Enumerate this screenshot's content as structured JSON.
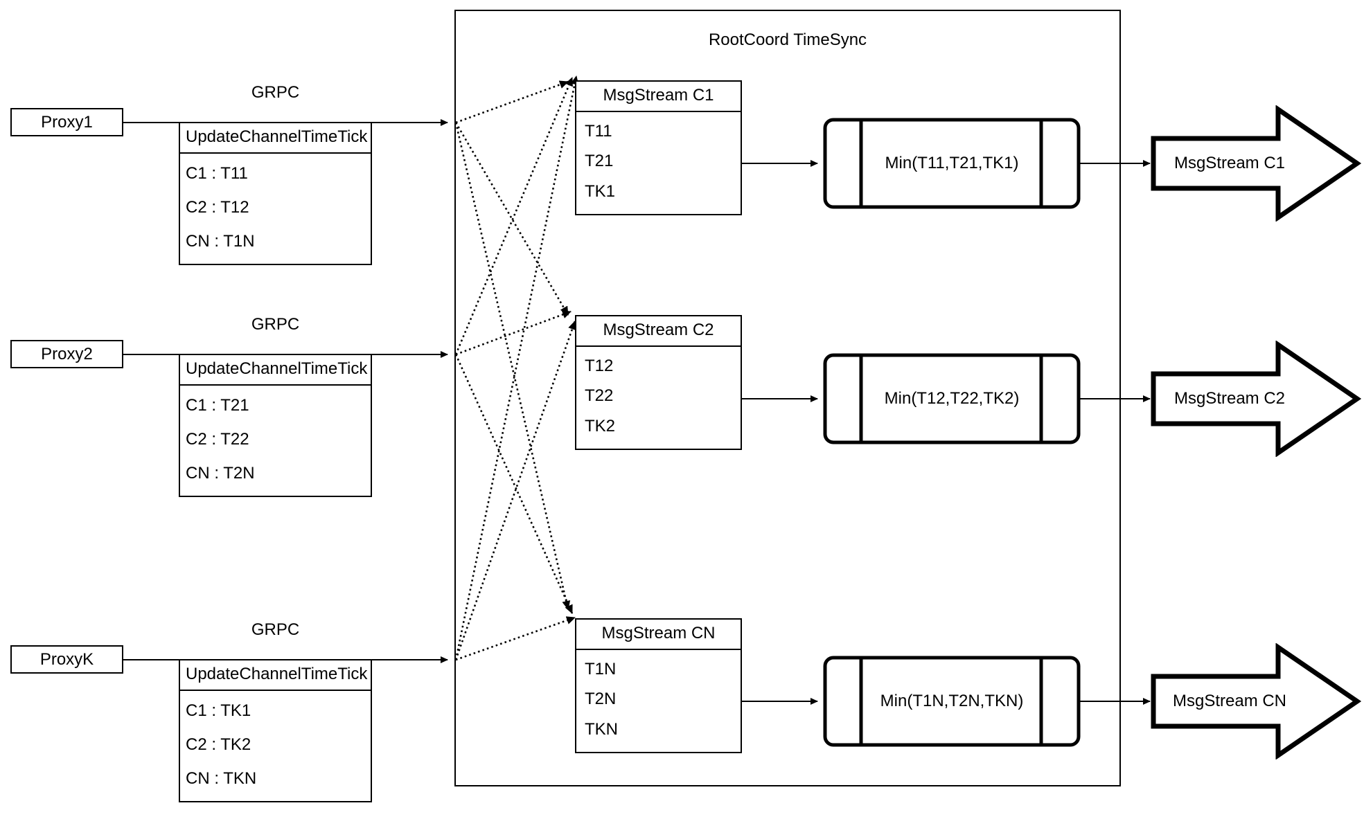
{
  "diagram": {
    "title": "RootCoord TimeSync",
    "rpc_label": "GRPC",
    "rpc_message_title": "UpdateChannelTimeTick"
  },
  "proxies": [
    {
      "name": "Proxy1",
      "rpc": "GRPC",
      "message_title": "UpdateChannelTimeTick",
      "ticks": [
        "C1 :  T11",
        "C2 :  T12",
        "CN : T1N"
      ]
    },
    {
      "name": "Proxy2",
      "rpc": "GRPC",
      "message_title": "UpdateChannelTimeTick",
      "ticks": [
        "C1 :  T21",
        "C2 :  T22",
        "CN : T2N"
      ]
    },
    {
      "name": "ProxyK",
      "rpc": "GRPC",
      "message_title": "UpdateChannelTimeTick",
      "ticks": [
        "C1 :  TK1",
        "C2 :  TK2",
        "CN : TKN"
      ]
    }
  ],
  "channels": [
    {
      "stream_title": "MsgStream C1",
      "ticks": [
        "T11",
        "T21",
        "TK1"
      ],
      "min_label": "Min(T11,T21,TK1)",
      "output_label": "MsgStream C1"
    },
    {
      "stream_title": "MsgStream C2",
      "ticks": [
        "T12",
        "T22",
        "TK2"
      ],
      "min_label": "Min(T12,T22,TK2)",
      "output_label": "MsgStream C2"
    },
    {
      "stream_title": "MsgStream CN",
      "ticks": [
        "T1N",
        "T2N",
        "TKN"
      ],
      "min_label": "Min(T1N,T2N,TKN)",
      "output_label": "MsgStream CN"
    }
  ],
  "colors": {
    "stroke": "#000000",
    "background": "#ffffff"
  }
}
